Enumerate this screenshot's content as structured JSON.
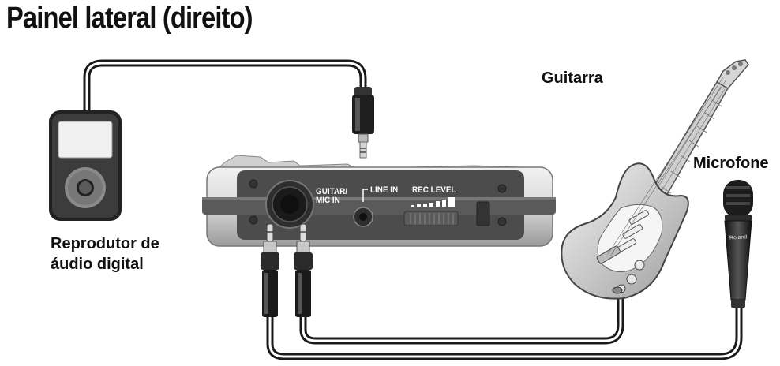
{
  "title": "Painel lateral (direito)",
  "labels": {
    "player_line1": "Reprodutor de",
    "player_line2": "áudio digital",
    "guitar": "Guitarra",
    "microphone": "Microfone"
  },
  "device": {
    "jack_guitar_line1": "GUITAR/",
    "jack_guitar_line2": "MIC IN",
    "line_in": "LINE IN",
    "rec_level": "REC LEVEL"
  },
  "microphone_brand": "Roland"
}
